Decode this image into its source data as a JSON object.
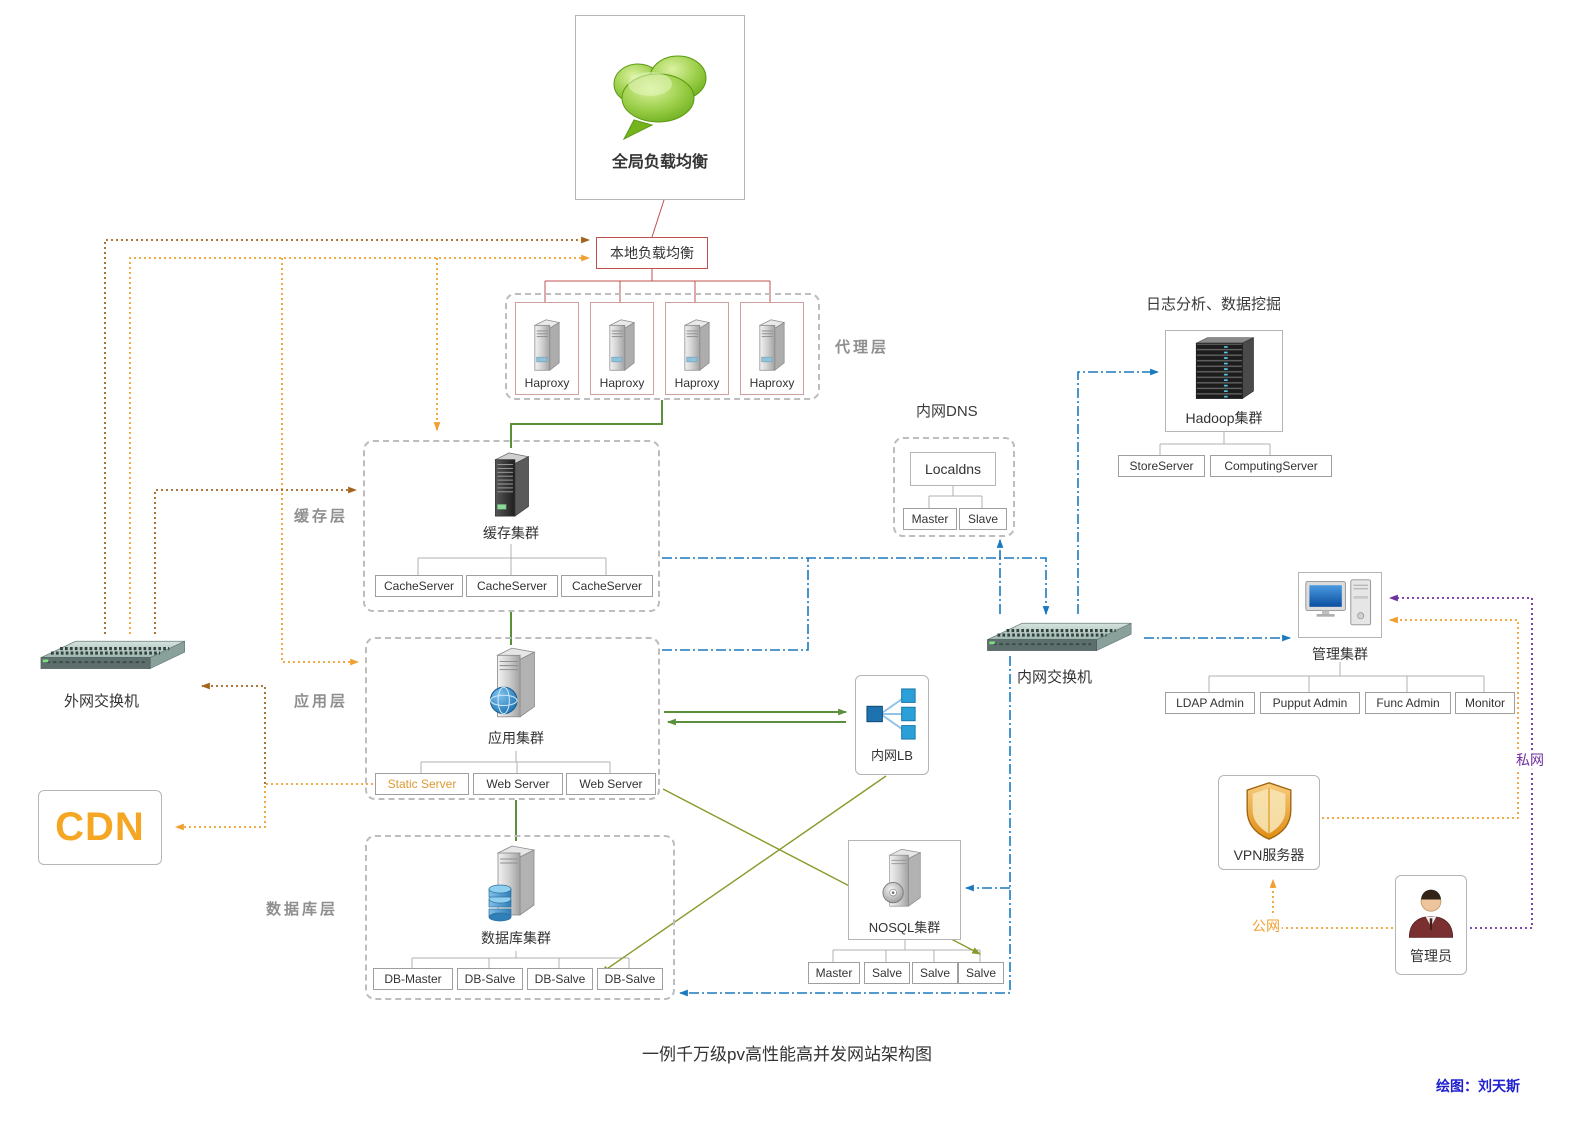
{
  "title": "一例千万级pv高性能高并发网站架构图",
  "credit": "绘图：刘天斯",
  "global_lb": {
    "label": "全局负载均衡"
  },
  "local_lb": {
    "label": "本地负载均衡"
  },
  "proxy": {
    "layer_label": "代理层",
    "servers": [
      "Haproxy",
      "Haproxy",
      "Haproxy",
      "Haproxy"
    ]
  },
  "cache": {
    "layer_label": "缓存层",
    "cluster_label": "缓存集群",
    "servers": [
      "CacheServer",
      "CacheServer",
      "CacheServer"
    ]
  },
  "dns": {
    "title": "内网DNS",
    "main": "Localdns",
    "nodes": [
      "Master",
      "Slave"
    ]
  },
  "hadoop": {
    "title": "日志分析、数据挖掘",
    "cluster_label": "Hadoop集群",
    "nodes": [
      "StoreServer",
      "ComputingServer"
    ]
  },
  "app": {
    "layer_label": "应用层",
    "cluster_label": "应用集群",
    "servers": [
      "Static Server",
      "Web Server",
      "Web Server"
    ]
  },
  "db": {
    "layer_label": "数据库层",
    "cluster_label": "数据库集群",
    "servers": [
      "DB-Master",
      "DB-Salve",
      "DB-Salve",
      "DB-Salve"
    ]
  },
  "nosql": {
    "cluster_label": "NOSQL集群",
    "servers": [
      "Master",
      "Salve",
      "Salve",
      "Salve"
    ]
  },
  "internal_lb": {
    "label": "内网LB"
  },
  "switches": {
    "internal": "内网交换机",
    "external": "外网交换机"
  },
  "cdn": {
    "label": "CDN"
  },
  "mgmt": {
    "cluster_label": "管理集群",
    "nodes": [
      "LDAP Admin",
      "Pupput Admin",
      "Func Admin",
      "Monitor"
    ]
  },
  "vpn": {
    "label": "VPN服务器"
  },
  "admin": {
    "label": "管理员"
  },
  "net_labels": {
    "private": "私网",
    "public": "公网"
  },
  "icons": {
    "global_lb": "cloud-icon",
    "proxy_server": "server-tower-icon",
    "cache_cluster": "dark-server-icon",
    "app_cluster": "globe-server-icon",
    "db_cluster": "database-server-icon",
    "nosql_cluster": "disk-server-icon",
    "hadoop_cluster": "rack-icon",
    "switch": "switch-icon",
    "internal_lb": "load-balancer-icon",
    "mgmt_cluster": "desktop-computer-icon",
    "vpn": "shield-icon",
    "admin": "person-icon"
  },
  "colors": {
    "accent_orange": "#f0a030",
    "line_blue": "#1b79bf",
    "line_green": "#5a8f3c",
    "line_olive": "#8a9a2b",
    "line_brown": "#a5641e",
    "line_purple": "#7030a0",
    "line_red": "#c0504d",
    "credit_blue": "#1f1fd0"
  }
}
